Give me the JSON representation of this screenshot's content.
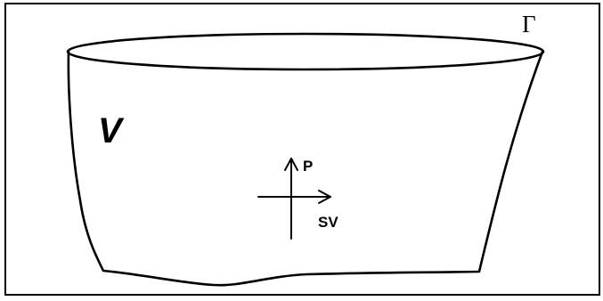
{
  "labels": {
    "volume": "V",
    "boundary": "Γ",
    "p_wave": "P",
    "sv_wave": "SV"
  },
  "colors": {
    "stroke": "#000000",
    "background": "#ffffff"
  }
}
